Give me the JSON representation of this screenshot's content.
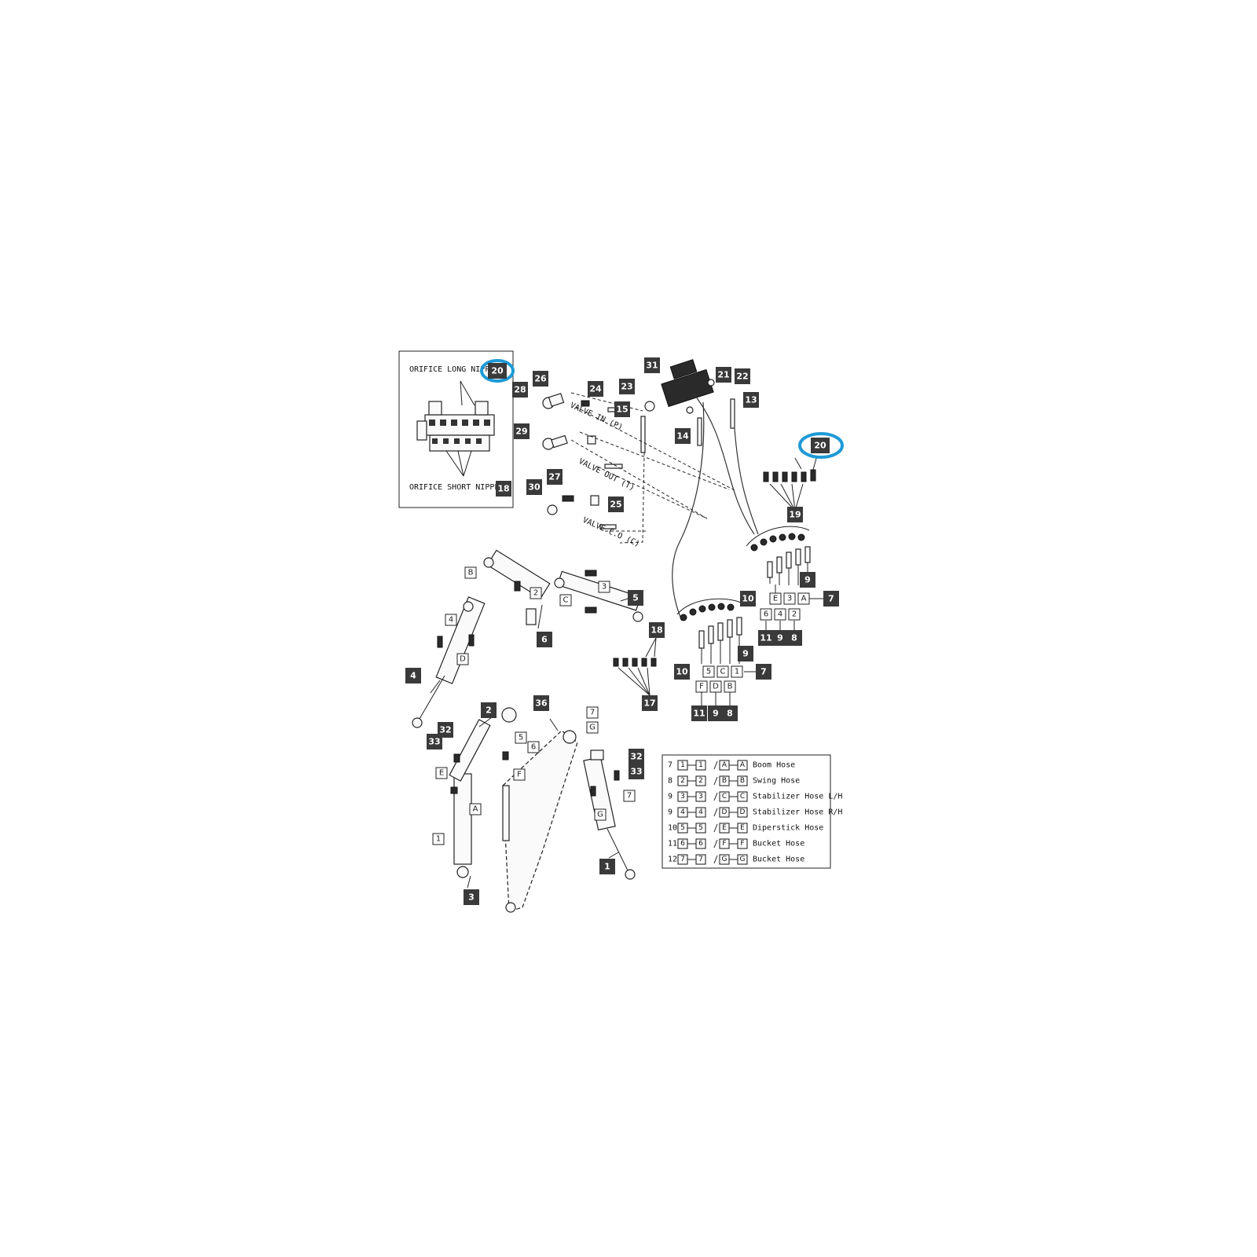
{
  "inset": {
    "top_label": "ORIFICE LONG NIPPLE",
    "bottom_label": "ORIFICE SHORT NIPPLE"
  },
  "flow_labels": {
    "valve_in": "VALVE IN (P)",
    "valve_out": "VALVE OUT (T)",
    "valve_co": "VALVE C.O (C)"
  },
  "callouts": {
    "c20a": "20",
    "c18a": "18",
    "c28": "28",
    "c26": "26",
    "c24": "24",
    "c23": "23",
    "c15": "15",
    "c31": "31",
    "c21": "21",
    "c22": "22",
    "c13": "13",
    "c14": "14",
    "c29": "29",
    "c30": "30",
    "c27": "27",
    "c25": "25",
    "c20b": "20",
    "c19": "19",
    "c10a": "10",
    "c9a": "9",
    "c7a": "7",
    "c11a": "11",
    "c9b": "9",
    "c8a": "8",
    "c5": "5",
    "c6": "6",
    "c4": "4",
    "c18b": "18",
    "c17": "17",
    "c9c": "9",
    "c10b": "10",
    "c7b": "7",
    "c11b": "11",
    "c9d": "9",
    "c8b": "8",
    "c2": "2",
    "c36": "36",
    "c32a": "32",
    "c33a": "33",
    "c32b": "32",
    "c33b": "33",
    "c1": "1",
    "c3": "3"
  },
  "box_labels": {
    "bB1": "B",
    "b2a": "2",
    "b3a": "3",
    "bC1": "C",
    "b4a": "4",
    "bD1": "D",
    "bE2": "E",
    "b3b": "3",
    "bA2": "A",
    "b6b": "6",
    "b4b": "4",
    "b2b": "2",
    "b5c": "5",
    "bC3": "C",
    "b1c": "1",
    "bF3": "F",
    "bD3": "D",
    "bB3": "B",
    "b7a": "7",
    "bGa": "G",
    "b5a": "5",
    "b6a": "6",
    "bFa": "F",
    "bEa": "E",
    "bAa": "A",
    "b1a": "1",
    "bGb": "G",
    "b7b": "7"
  },
  "legend": {
    "rows": [
      {
        "num": "7",
        "a": "1",
        "b": "1",
        "c": "A",
        "d": "A",
        "name": "Boom Hose"
      },
      {
        "num": "8",
        "a": "2",
        "b": "2",
        "c": "B",
        "d": "B",
        "name": "Swing Hose"
      },
      {
        "num": "9",
        "a": "3",
        "b": "3",
        "c": "C",
        "d": "C",
        "name": "Stabilizer Hose L/H"
      },
      {
        "num": "9",
        "a": "4",
        "b": "4",
        "c": "D",
        "d": "D",
        "name": "Stabilizer Hose R/H"
      },
      {
        "num": "10",
        "a": "5",
        "b": "5",
        "c": "E",
        "d": "E",
        "name": "Diperstick Hose"
      },
      {
        "num": "11",
        "a": "6",
        "b": "6",
        "c": "F",
        "d": "F",
        "name": "Bucket Hose"
      },
      {
        "num": "12",
        "a": "7",
        "b": "7",
        "c": "G",
        "d": "G",
        "name": "Bucket Hose"
      }
    ]
  },
  "colors": {
    "callout_fill": "#3a3a3a",
    "highlight": "#1e9ad6"
  }
}
